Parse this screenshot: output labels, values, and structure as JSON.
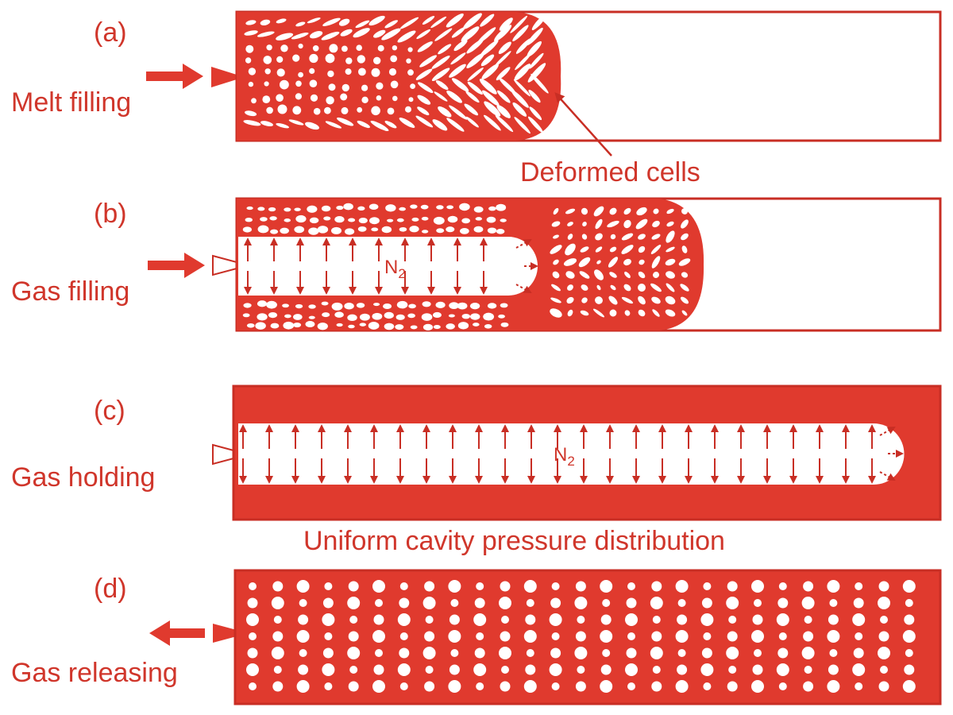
{
  "colors": {
    "melt": "#e03a2e",
    "stroke": "#c82e24",
    "text": "#d0362b",
    "background": "#ffffff"
  },
  "panels": [
    {
      "id": "a",
      "label": "(a)",
      "step": "Melt filling",
      "arrow": "right"
    },
    {
      "id": "b",
      "label": "(b)",
      "step": "Gas filling",
      "arrow": "right",
      "gas": "N",
      "gas_sub": "2"
    },
    {
      "id": "c",
      "label": "(c)",
      "step": "Gas holding",
      "gas": "N",
      "gas_sub": "2"
    },
    {
      "id": "d",
      "label": "(d)",
      "step": "Gas releasing",
      "arrow": "left"
    }
  ],
  "annotations": {
    "deformed_cells": "Deformed cells",
    "uniform_pressure": "Uniform cavity pressure distribution"
  },
  "icons": [
    "flow-arrow-icon",
    "nozzle-icon",
    "pressure-arrow-icon",
    "cell-bubble-icon"
  ]
}
